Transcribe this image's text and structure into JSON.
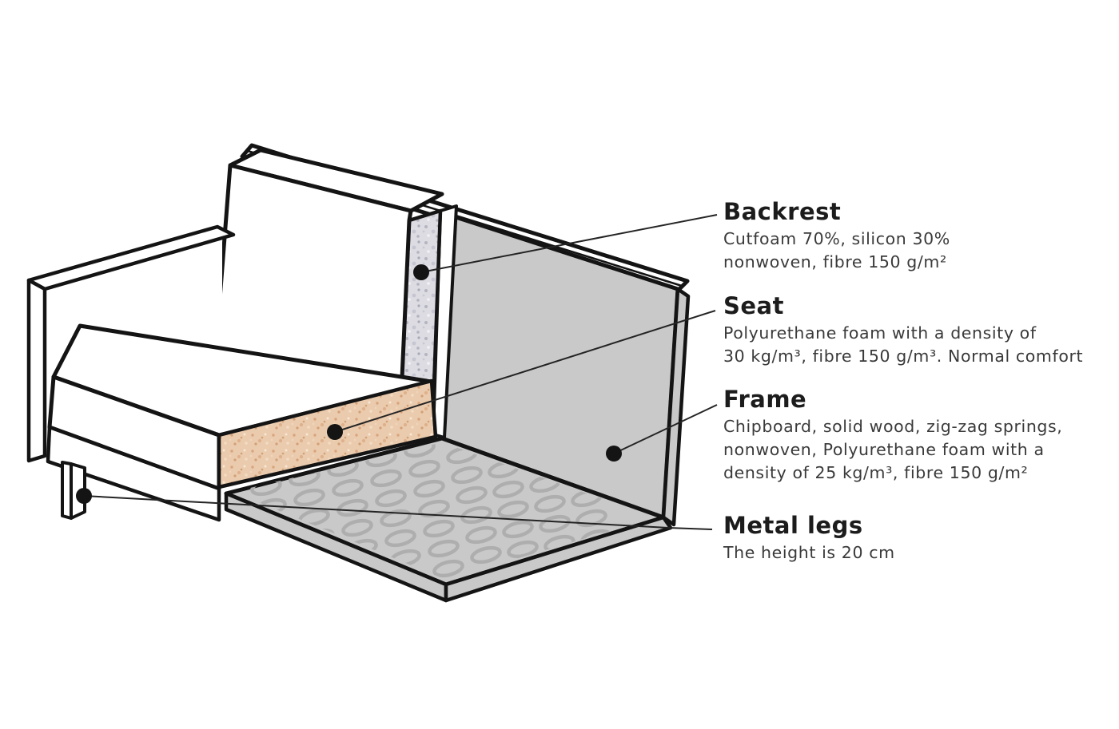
{
  "diagram": {
    "subject": "sofa-construction-cutaway",
    "parts": [
      "backrest-cushion",
      "seat-cushion",
      "armrest",
      "frame-panel",
      "frame-floor",
      "zigzag-springs",
      "seat-foam-section",
      "backrest-foam-section",
      "metal-leg"
    ]
  },
  "callouts": [
    {
      "id": "backrest",
      "title": "Backrest",
      "body": "Cutfoam 70%, silicon 30%\nnonwoven, fibre 150 g/m²"
    },
    {
      "id": "seat",
      "title": "Seat",
      "body": "Polyurethane foam with a density of\n30 kg/m³, fibre 150 g/m³. Normal comfort"
    },
    {
      "id": "frame",
      "title": "Frame",
      "body": "Chipboard, solid wood, zig-zag springs,\nnonwoven, Polyurethane foam with a\ndensity of 25 kg/m³, fibre 150 g/m²"
    },
    {
      "id": "metal-legs",
      "title": "Metal legs",
      "body": "The height is 20 cm"
    }
  ],
  "colors": {
    "background": "#ffffff",
    "outline": "#141414",
    "frame_gray": "#c9c9c9",
    "spring_gray": "#aeaeae",
    "seat_foam_tan": "#ebcbad",
    "backrest_foam_gray": "#dcdce2",
    "leader_line": "#242424",
    "heading_text": "#1c1c1c",
    "body_text": "#3a3a3a"
  }
}
